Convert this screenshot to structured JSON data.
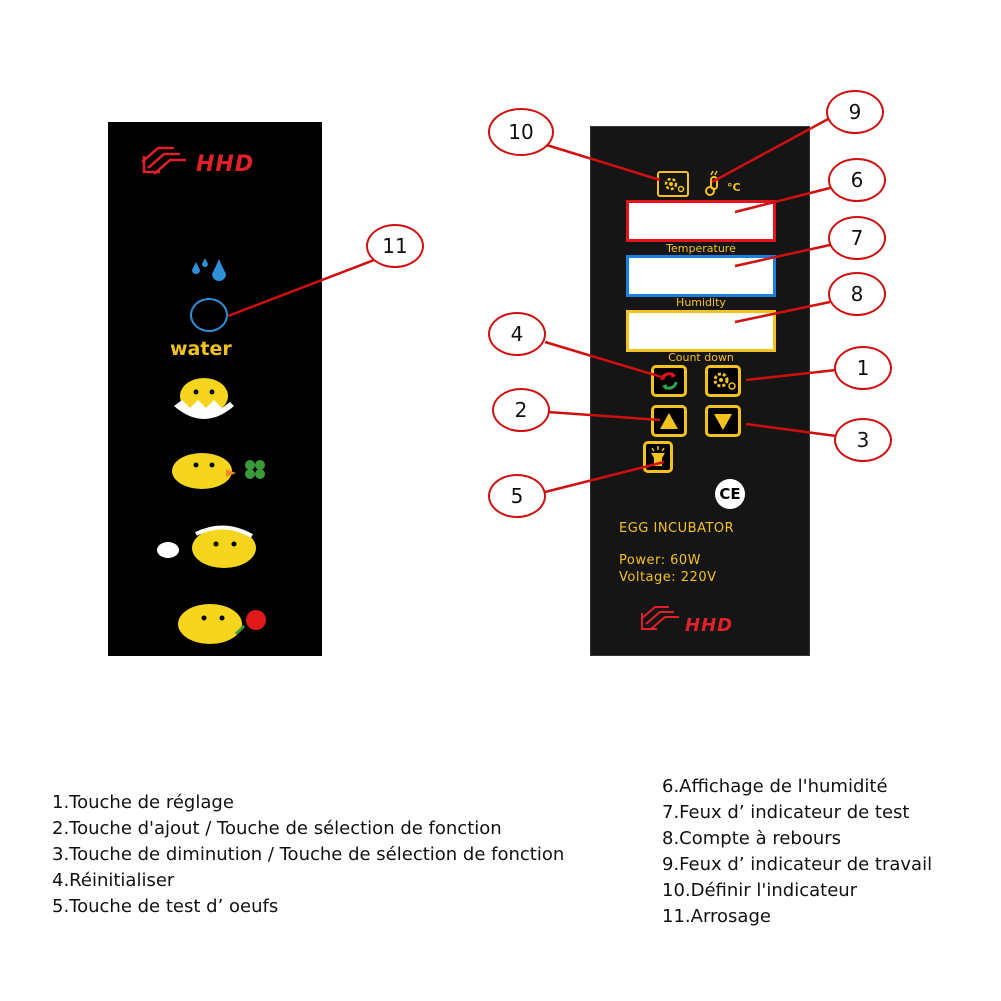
{
  "left_panel": {
    "logo": "HHD",
    "water_label": "water"
  },
  "right_panel": {
    "logo": "HHD",
    "temp_unit": "°C",
    "labels": {
      "temperature": "Temperature",
      "humidity": "Humidity",
      "countdown": "Count down"
    },
    "ce_mark": "CE",
    "product_name": "EGG INCUBATOR",
    "power": "Power: 60W",
    "voltage": "Voltage: 220V"
  },
  "callouts": [
    "1",
    "2",
    "3",
    "4",
    "5",
    "6",
    "7",
    "8",
    "9",
    "10",
    "11"
  ],
  "legend_left": [
    "1.Touche de réglage",
    "2.Touche d'ajout / Touche de sélection de fonction",
    "3.Touche de diminution / Touche de sélection de fonction",
    "4.Réinitialiser",
    "5.Touche de test d’ oeufs"
  ],
  "legend_right": [
    "6.Affichage de l'humidité",
    "7.Feux d’ indicateur de test",
    "8.Compte à rebours",
    "9.Feux d’ indicateur de travail",
    "10.Définir l'indicateur",
    "11.Arrosage"
  ],
  "colors": {
    "panel_yellow": "#f2c21e",
    "display_red": "#e8121a",
    "display_blue": "#1a7fe0",
    "callout_red": "#d01010",
    "logo_red": "#e0202a"
  }
}
